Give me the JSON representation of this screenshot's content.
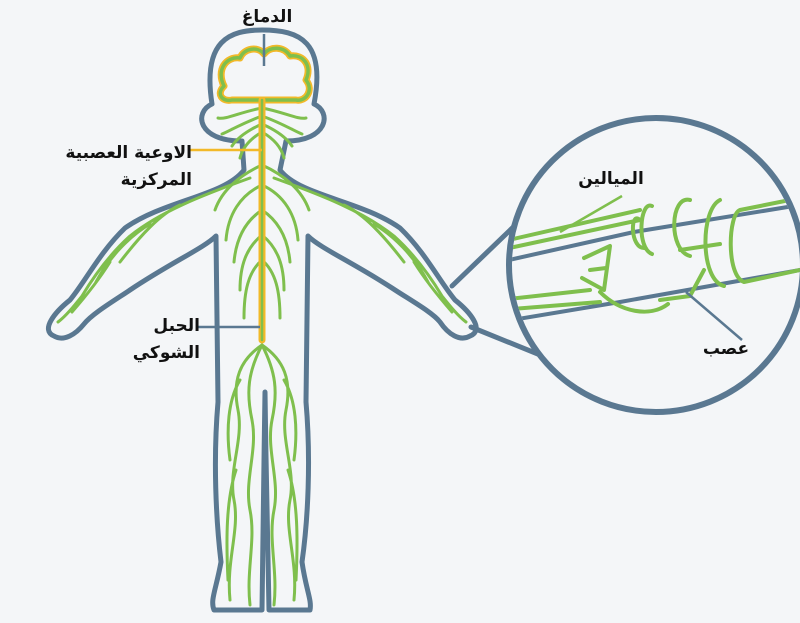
{
  "labels": {
    "brain": "الدماغ",
    "cns_line1": "الاوعية العصبية",
    "cns_line2": "المركزية",
    "spinal_line1": "الحبل",
    "spinal_line2": "الشوكي",
    "myelin": "الميالين",
    "nerve": "عصب"
  },
  "colors": {
    "background": "#f4f6f8",
    "outline": "#5a7891",
    "nerve_green": "#7fbf4d",
    "spinal_yellow": "#f2b929"
  }
}
